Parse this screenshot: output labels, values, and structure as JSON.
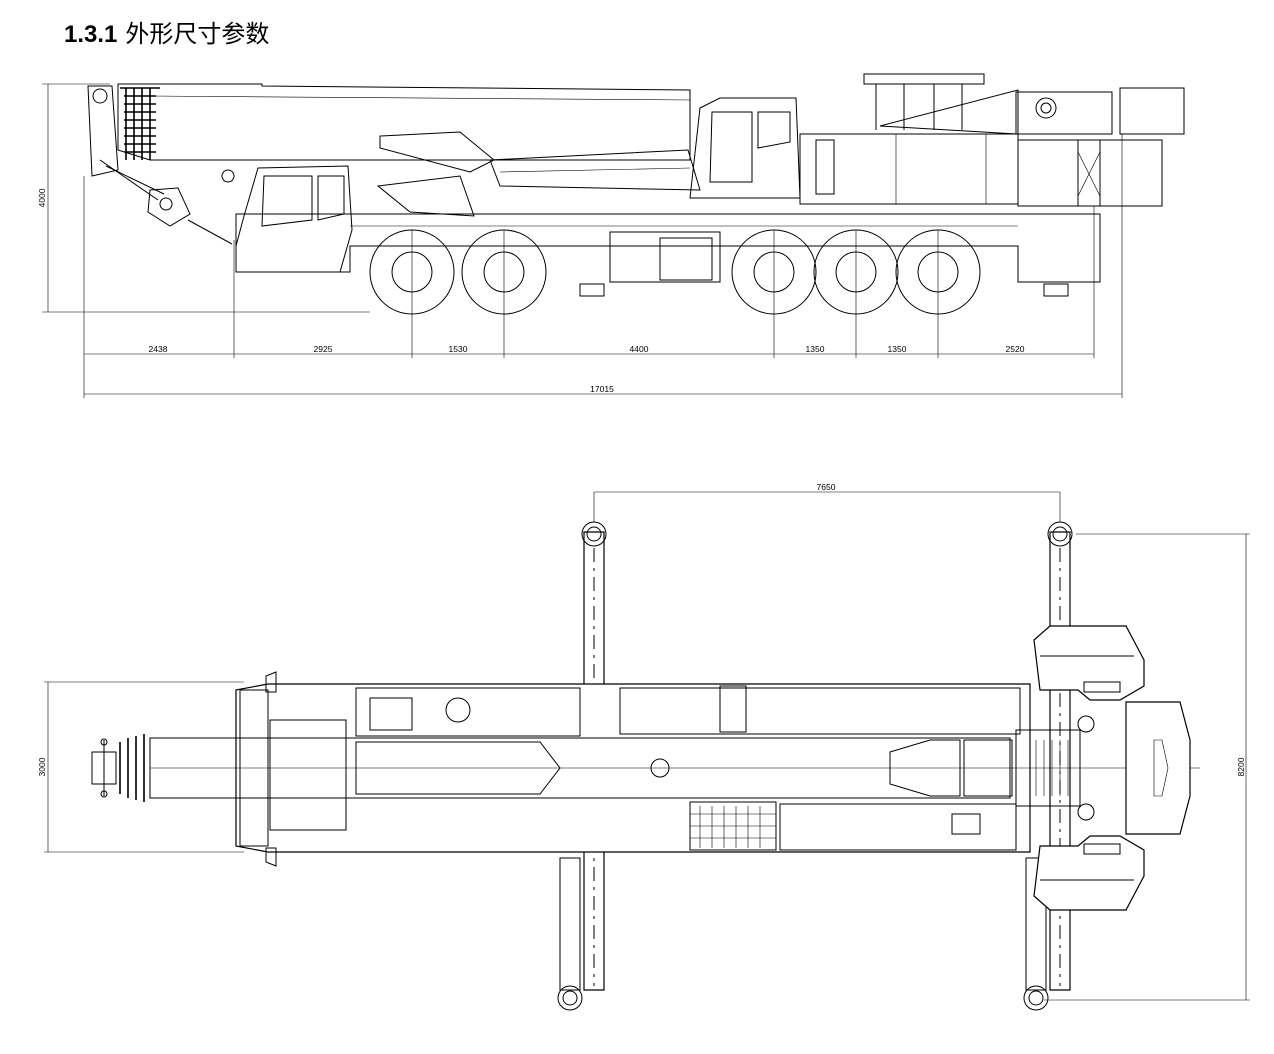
{
  "title": {
    "number": "1.3.1",
    "text": "外形尺寸参数"
  },
  "side_view": {
    "height": "4000",
    "segments": [
      "2438",
      "2925",
      "1530",
      "4400",
      "1350",
      "1350",
      "2520"
    ],
    "total_length": "17015"
  },
  "top_view": {
    "outrigger_span_longitudinal": "7650",
    "outrigger_span_transverse": "8200",
    "width": "3000"
  }
}
